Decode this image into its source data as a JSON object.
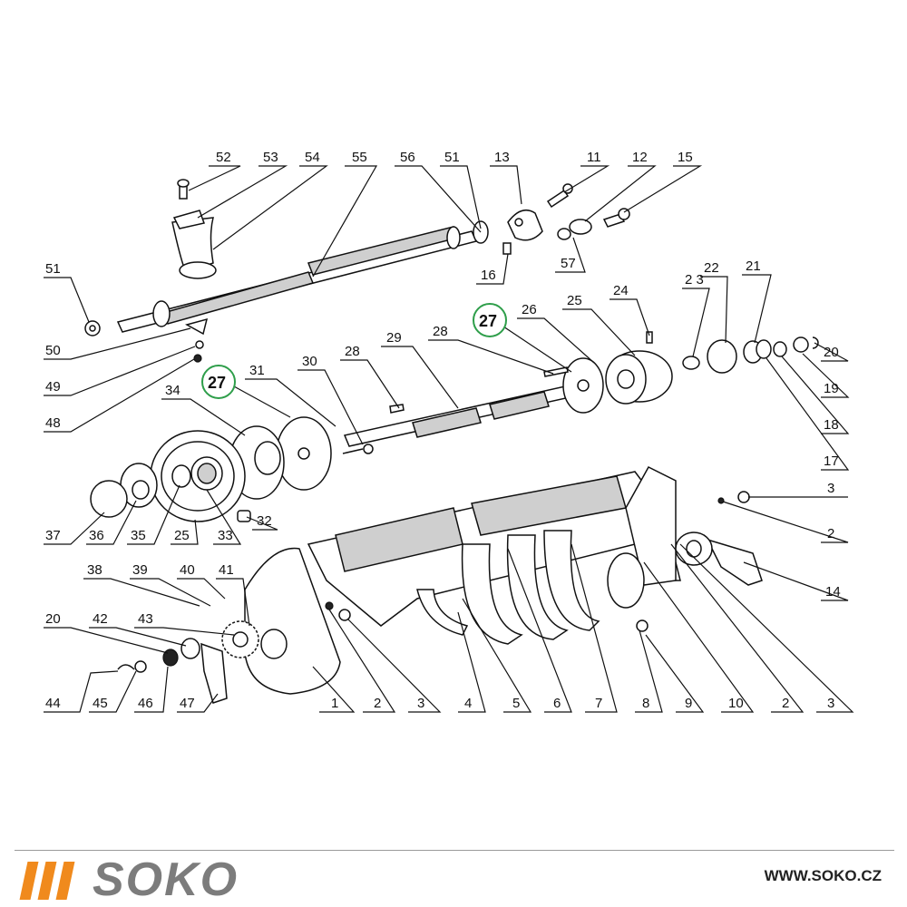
{
  "callouts": {
    "c1": "1",
    "c2a": "2",
    "c2b": "2",
    "c2c": "2",
    "c3a": "3",
    "c3b": "3",
    "c3c": "3",
    "c4": "4",
    "c5": "5",
    "c6": "6",
    "c7": "7",
    "c8": "8",
    "c9": "9",
    "c10": "10",
    "c11": "11",
    "c12": "12",
    "c13": "13",
    "c14": "14",
    "c15": "15",
    "c16": "16",
    "c17": "17",
    "c18": "18",
    "c19": "19",
    "c20a": "20",
    "c20b": "20",
    "c21": "21",
    "c22": "22",
    "c23": "2 3",
    "c24": "24",
    "c25a": "25",
    "c25b": "25",
    "c26": "26",
    "c27a": "27",
    "c27b": "27",
    "c28": "28",
    "c29": "29",
    "c30": "30",
    "c31": "31",
    "c32": "32",
    "c33": "33",
    "c34": "34",
    "c35": "35",
    "c36": "36",
    "c37": "37",
    "c38": "38",
    "c39": "39",
    "c40": "40",
    "c41": "41",
    "c42": "42",
    "c43": "43",
    "c44": "44",
    "c45": "45",
    "c46": "46",
    "c47": "47",
    "c48": "48",
    "c49": "49",
    "c50": "50",
    "c51a": "51",
    "c51b": "51",
    "c52": "52",
    "c53": "53",
    "c54": "54",
    "c55": "55",
    "c56": "56",
    "c57": "57"
  },
  "footer": {
    "brand": "SOKO",
    "website": "WWW.SOKO.CZ",
    "brand_color": "#f08a1d",
    "highlight_color": "#2e9e4a"
  }
}
